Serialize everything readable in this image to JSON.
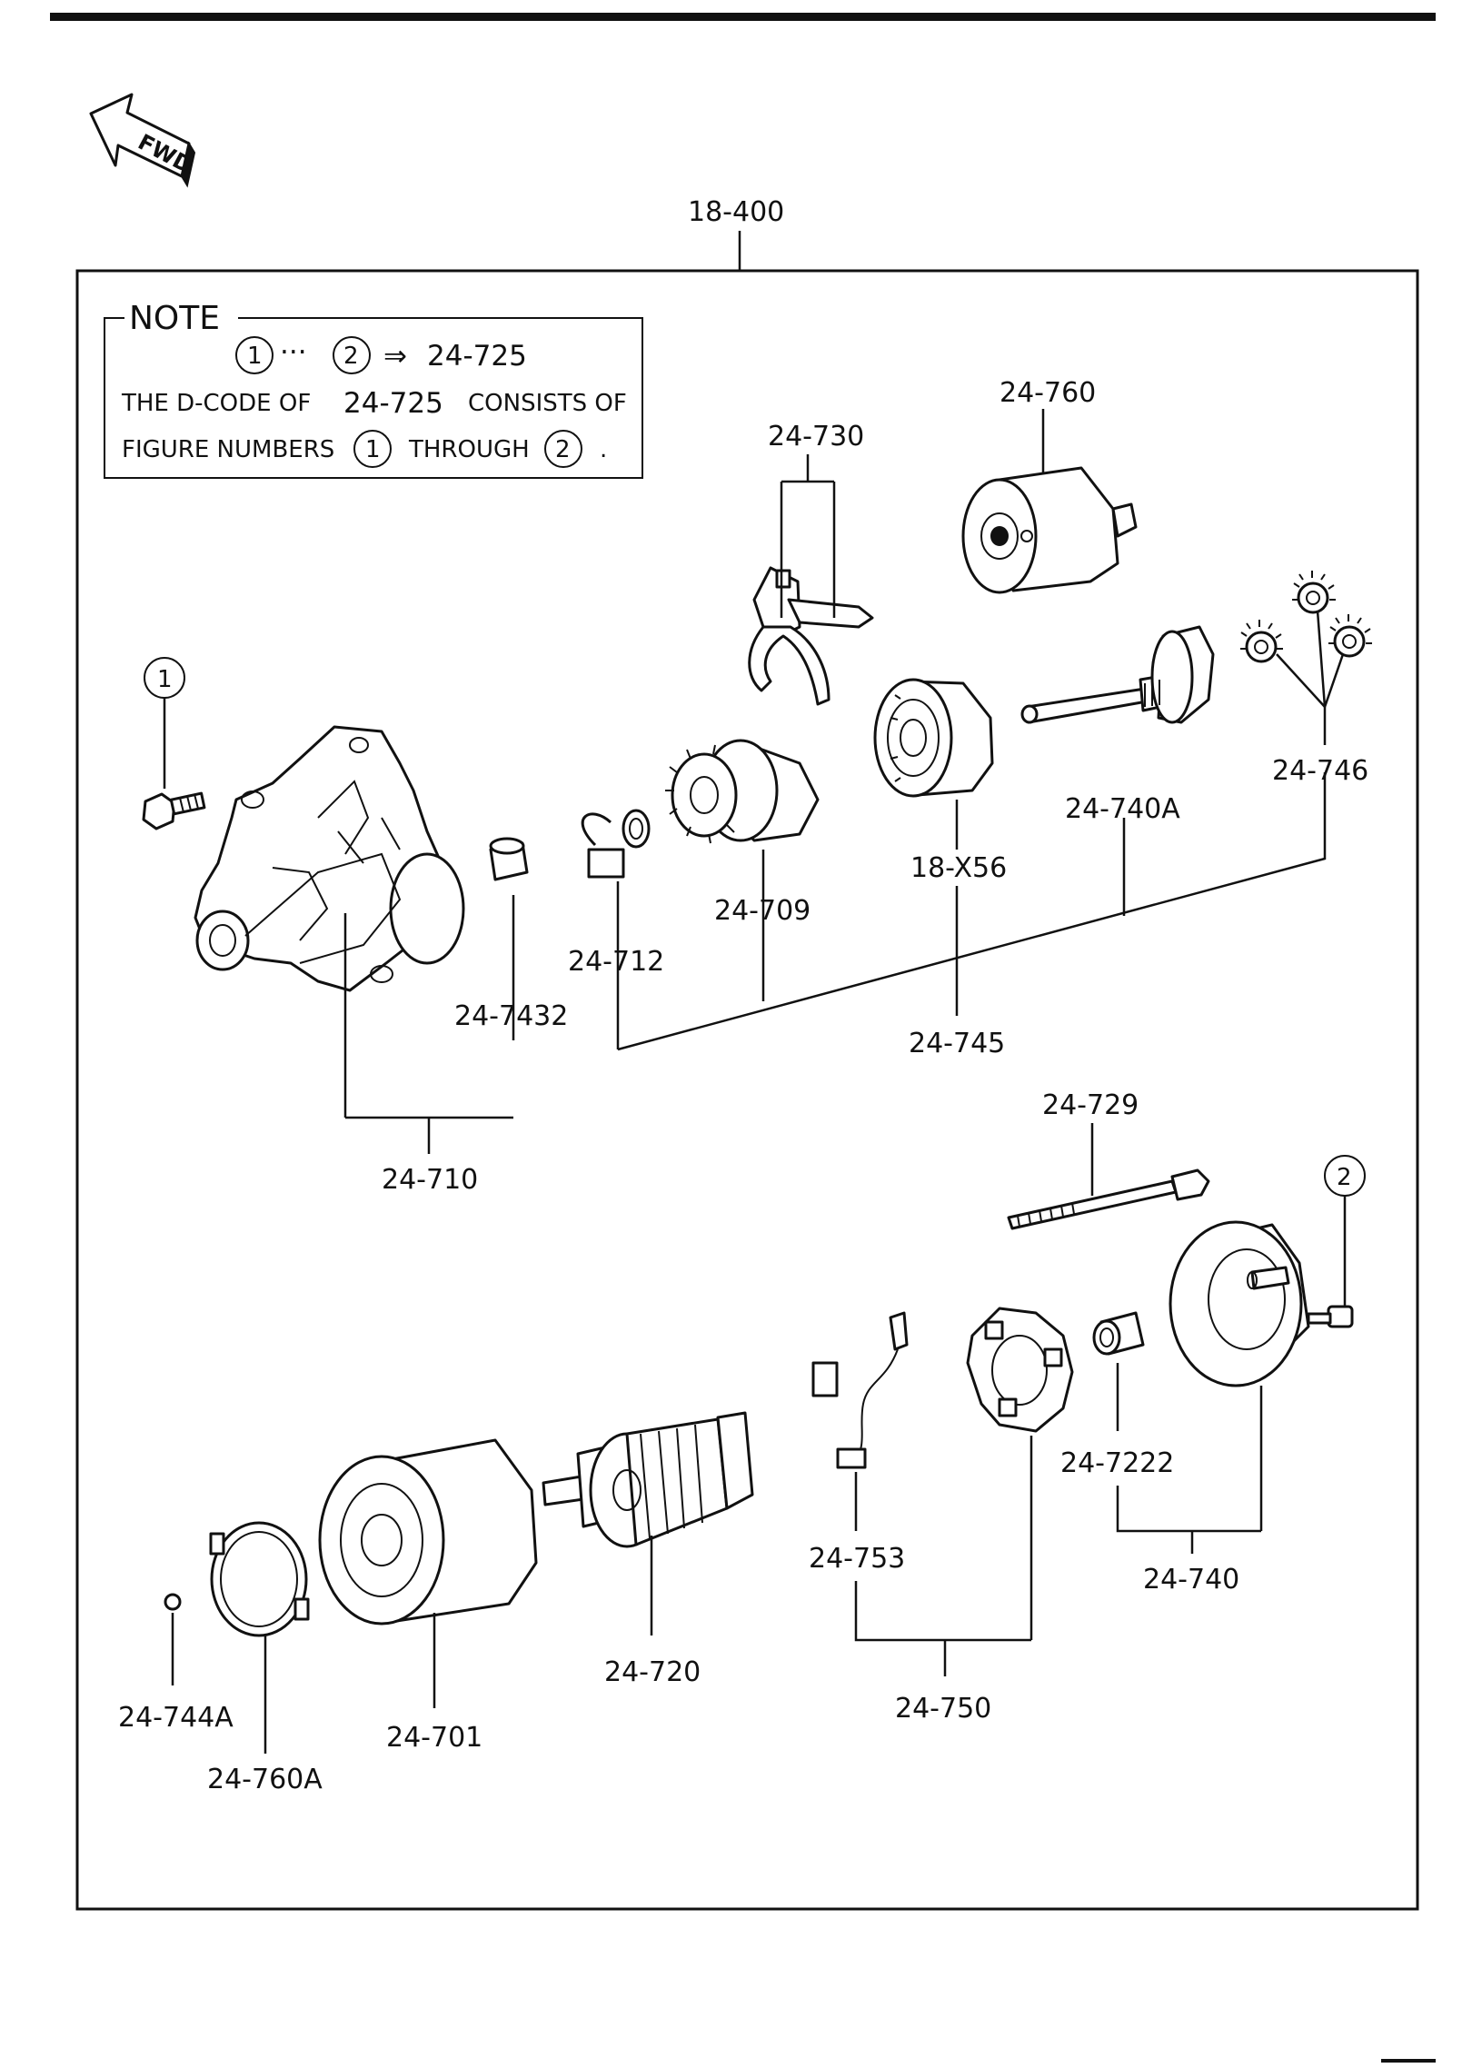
{
  "fwd_label": "FWD",
  "assembly_label": "18-400",
  "note": {
    "title": "NOTE",
    "fig_from": "1",
    "fig_to": "2",
    "ellipsis": "···",
    "arrow": "⇒",
    "target_code": "24-725",
    "line2_prefix": "THE D-CODE OF",
    "line2_code": "24-725",
    "line2_suffix": "CONSISTS OF",
    "line3_prefix": "FIGURE NUMBERS",
    "line3_fig_from": "1",
    "line3_middle": "THROUGH",
    "line3_fig_to": "2",
    "line3_end": "."
  },
  "figure_markers": {
    "fig1": "1",
    "fig2": "2"
  },
  "parts": {
    "p24_760": "24-760",
    "p24_730": "24-730",
    "p24_746": "24-746",
    "p24_740A": "24-740A",
    "p18_X56": "18-X56",
    "p24_709": "24-709",
    "p24_712": "24-712",
    "p24_7432": "24-7432",
    "p24_745": "24-745",
    "p24_710": "24-710",
    "p24_729": "24-729",
    "p24_7222": "24-7222",
    "p24_740": "24-740",
    "p24_753": "24-753",
    "p24_750": "24-750",
    "p24_720": "24-720",
    "p24_701": "24-701",
    "p24_744A": "24-744A",
    "p24_760A": "24-760A"
  }
}
